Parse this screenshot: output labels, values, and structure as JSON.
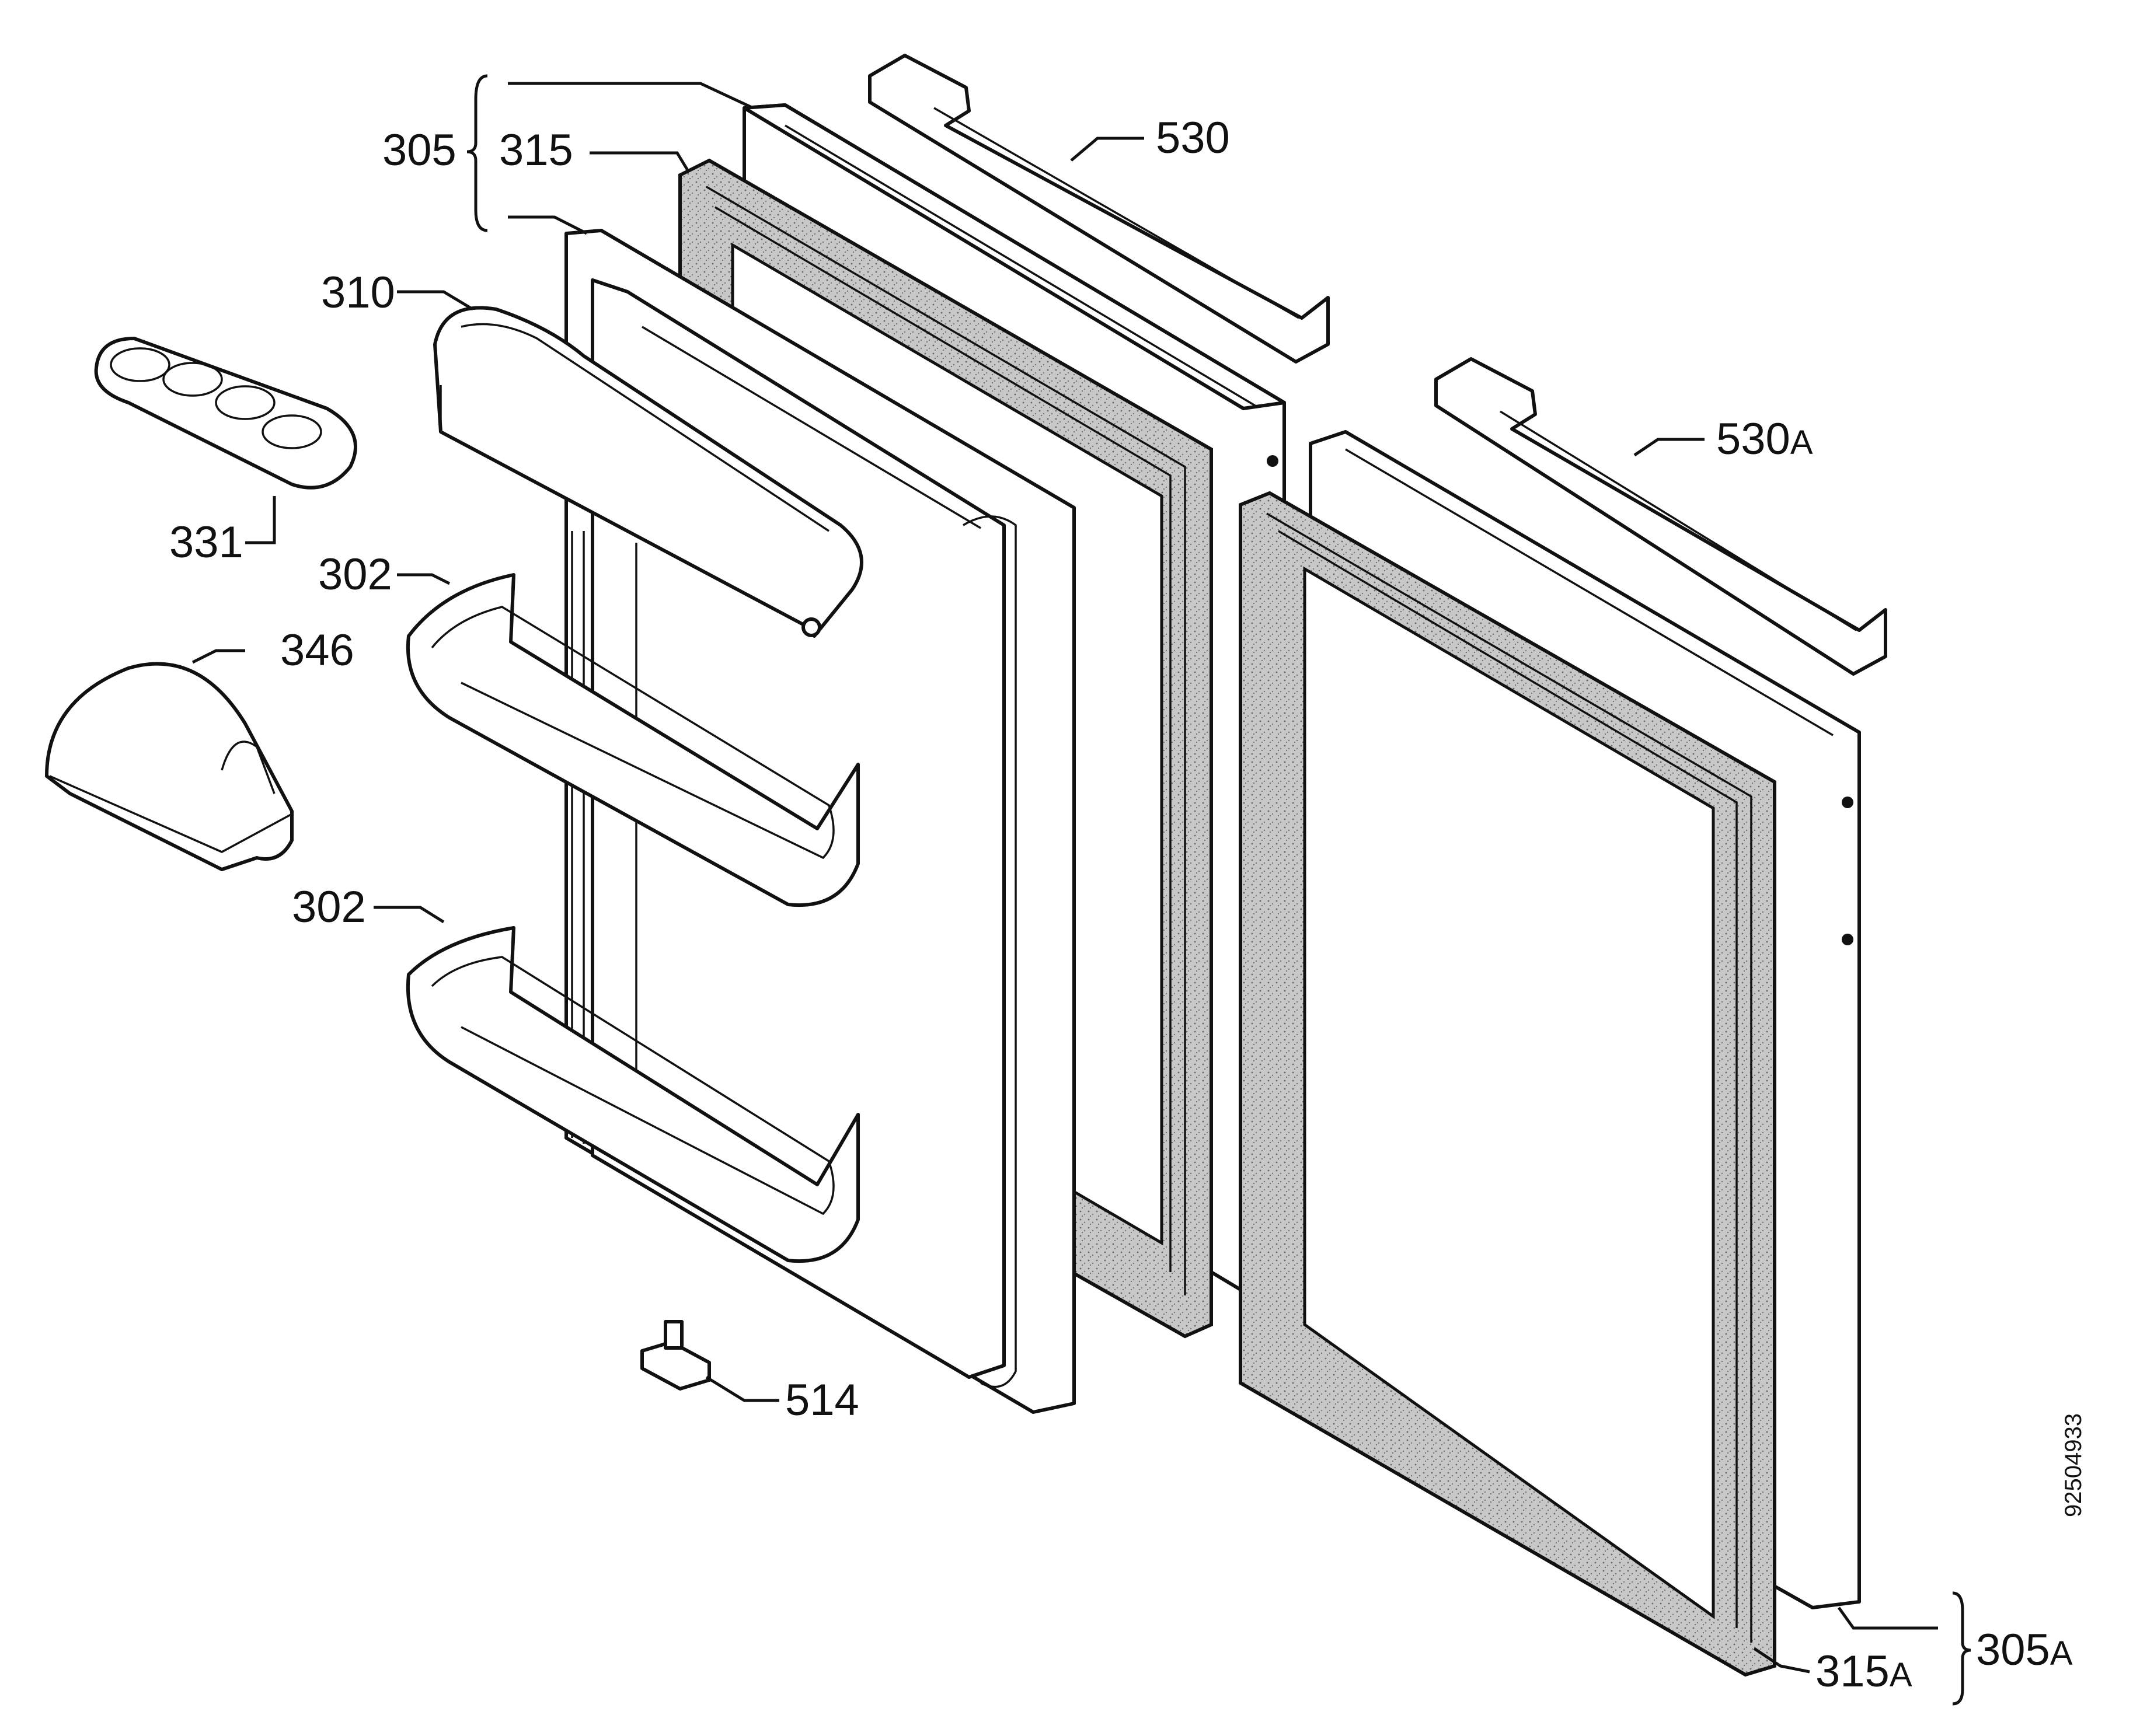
{
  "callouts": {
    "c305": "305",
    "c315": "315",
    "c530": "530",
    "c310": "310",
    "c331": "331",
    "c302a": "302",
    "c346": "346",
    "c530a_num": "530",
    "c530a_suffix": "A",
    "c302b": "302",
    "c514": "514",
    "c315a_num": "315",
    "c315a_suffix": "A",
    "c305a_num": "305",
    "c305a_suffix": "A"
  },
  "drawing_number": "92504933",
  "icons": {
    "bracket_top": "curly-brace-icon",
    "bracket_bottom": "curly-brace-icon"
  }
}
